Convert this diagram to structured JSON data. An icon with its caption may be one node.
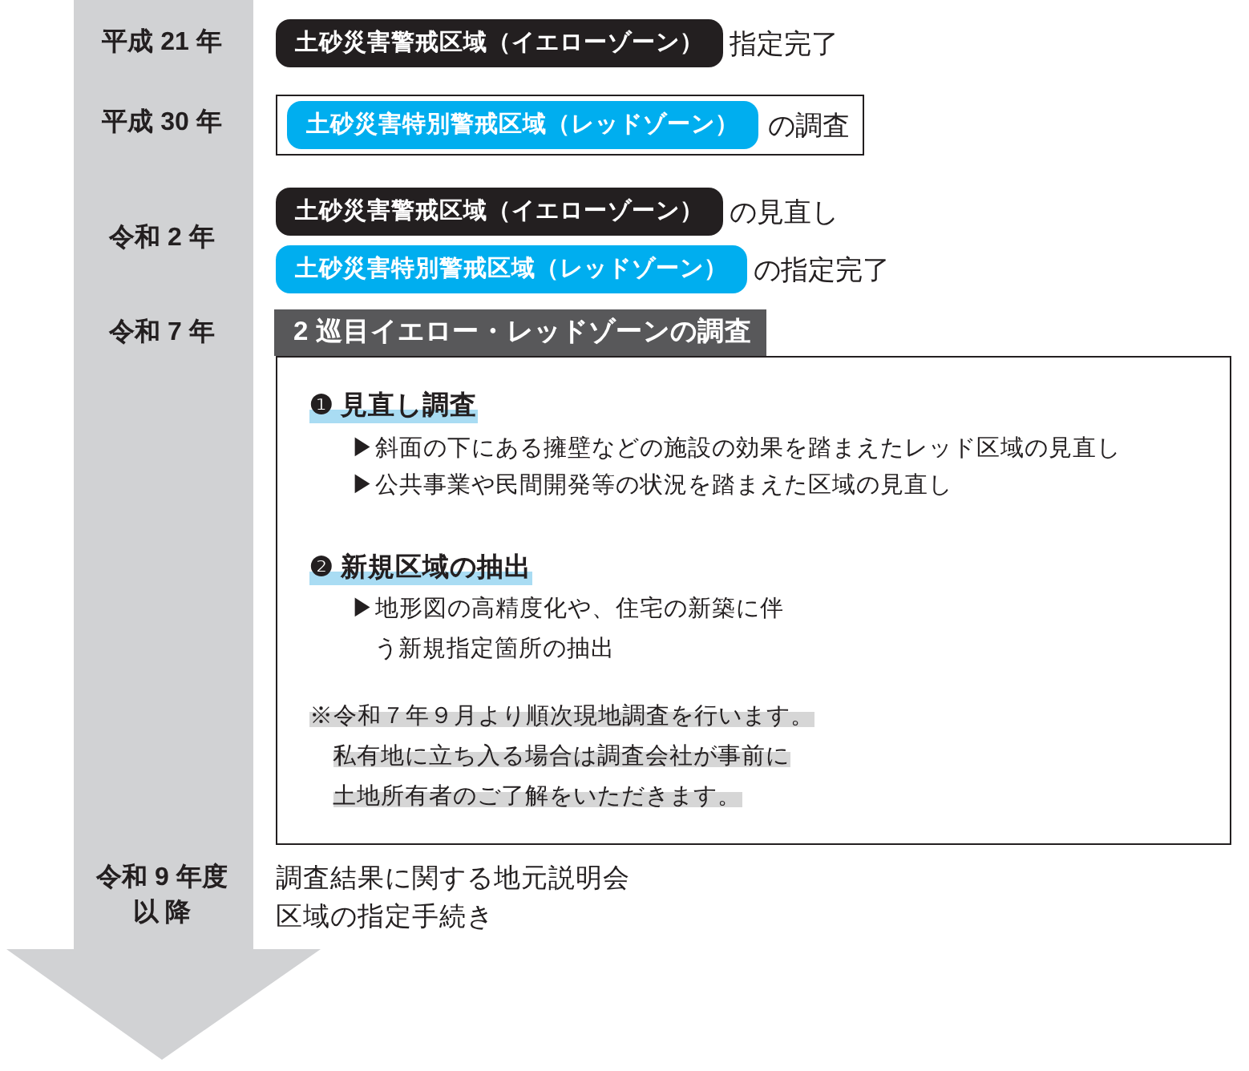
{
  "diagram": {
    "nodes": [
      {
        "text": [
          "平成 21 年",
          "平成 30 年",
          "令和 2 年",
          "令和 7 年",
          "令和 9 年度以 降"
        ]
      },
      {
        "text": [
          "土砂災害警戒区域（イエローゾーン）"
        ],
        "beside": [
          "指定完了"
        ]
      },
      {
        "text": [
          "の調査"
        ]
      },
      {
        "text": [
          "土砂災害特別警戒区域（レッドゾーン）"
        ],
        "in": 2
      },
      {
        "text": [
          "土砂災害警戒区域（イエローゾーン）"
        ],
        "beside": [
          "の見直し"
        ]
      },
      {
        "text": [
          "土砂災害特別警戒区域（レッドゾーン）"
        ],
        "beside": [
          "の指定完了"
        ]
      },
      {
        "text": [
          "2 巡目イエロー・レッドゾーンの調査",
          "❶ 見直し調査",
          "▶斜面の下にある擁壁などの施設の効果を踏まえたレッド区域の見直し",
          "▶公共事業や民間開発等の状況を踏まえた区域の見直し",
          "❷ 新規区域の抽出",
          "▶地形図の高精度化や、住宅の新築に伴う新規指定箇所の抽出",
          "※令和７年９月より順次現地調査を行います。",
          "私有地に立ち入る場合は調査会社が事前に土地所有者のご了解をいただきます。"
        ]
      }
    ],
    "labels": [
      "調査結果に関する地元説明会",
      "区域の指定手続き"
    ]
  }
}
